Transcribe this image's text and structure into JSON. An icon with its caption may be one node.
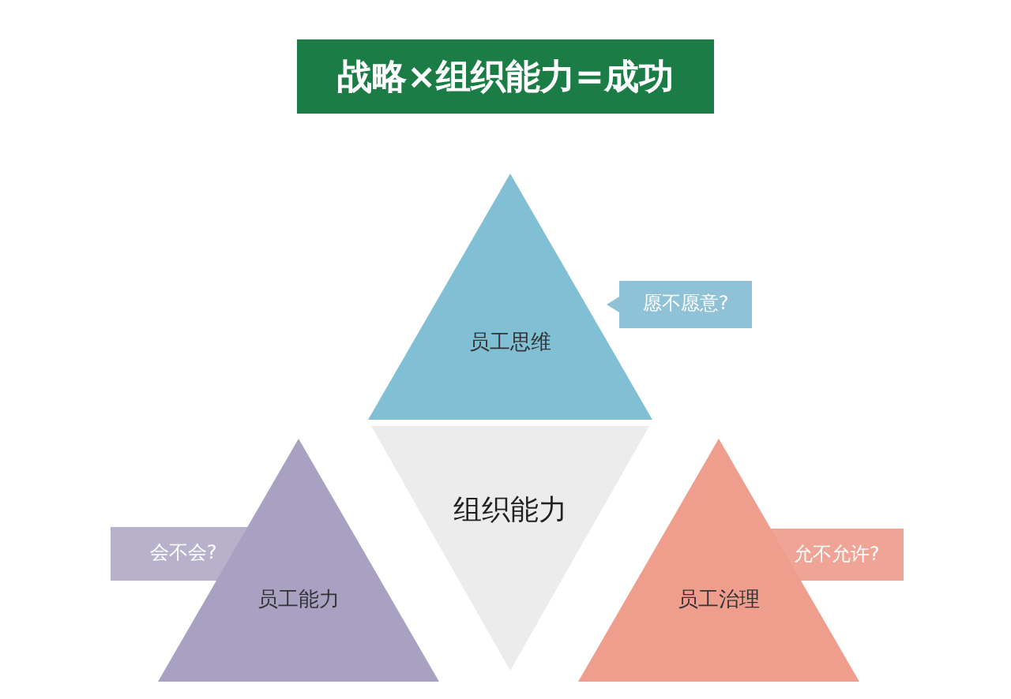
{
  "diagram": {
    "title": "战略×组织能力=成功",
    "nodes": [
      {
        "text": [
          "员工思维"
        ]
      },
      {
        "text": [
          "愿不愿意?"
        ]
      },
      {
        "text": [
          "会不会?"
        ]
      },
      {
        "text": [
          "组织能力"
        ]
      },
      {
        "text": [
          "允不允许?"
        ]
      },
      {
        "text": [
          "员工能力"
        ]
      },
      {
        "text": [
          "员工治理"
        ]
      }
    ],
    "edges": []
  }
}
